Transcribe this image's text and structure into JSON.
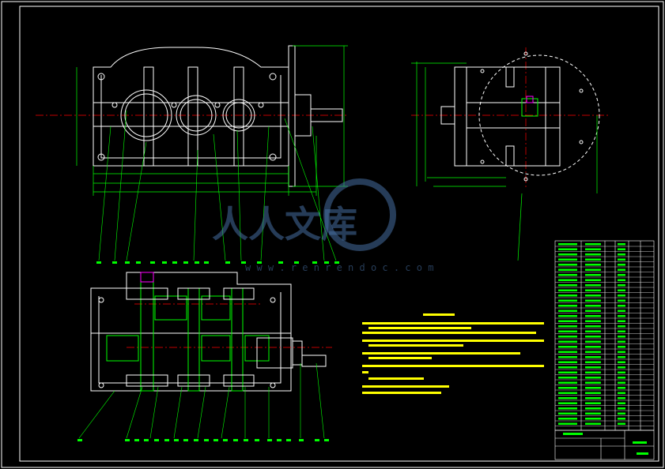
{
  "drawing": {
    "background": "#000000",
    "line_color": "#ffffff",
    "dimension_color": "#00ff00",
    "centerline_color": "#ff0000",
    "accent_color": "#ff00ff"
  },
  "watermark": {
    "characters": "人人文库",
    "url": "w w w . r e n r e n d o c . c o m",
    "color": "#466ea0"
  },
  "views": [
    "front-view",
    "side-view",
    "section-view"
  ]
}
